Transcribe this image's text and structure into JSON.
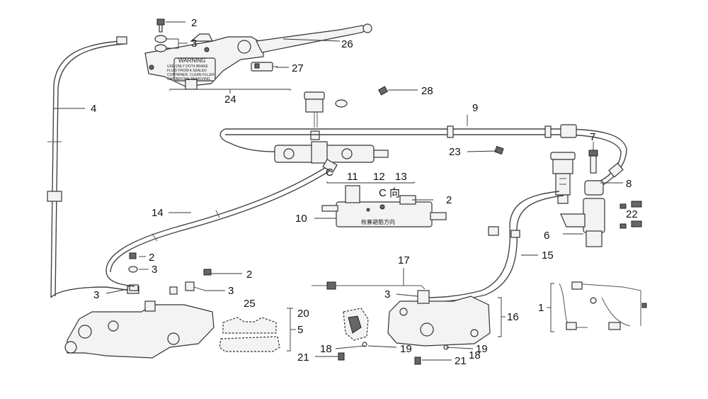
{
  "callouts": {
    "n2a": "2",
    "n3a": "3",
    "n26": "26",
    "n27": "27",
    "n24": "24",
    "n4": "4",
    "n28": "28",
    "n9": "9",
    "n23": "23",
    "n7": "7",
    "n11": "11",
    "n12": "12",
    "n13": "13",
    "n2b": "2",
    "n10": "10",
    "n14": "14",
    "n8": "8",
    "n22": "22",
    "n6": "6",
    "n2c": "2",
    "n3b": "3",
    "n2d": "2",
    "n3c": "3",
    "n3d": "3",
    "n25": "25",
    "n5": "5",
    "n17": "17",
    "n3e": "3",
    "n15": "15",
    "n16": "16",
    "n1": "1",
    "n20": "20",
    "n18a": "18",
    "n19a": "19",
    "n21a": "21",
    "n19b": "19",
    "n18b": "18",
    "n21b": "21"
  },
  "texts": {
    "view_letter": "C",
    "view_direction": "C 向",
    "valve_mark": "枚寨避筋方向",
    "warning_title": "WARNING",
    "warning_line1": "USE ONLY DOT4 BRAKE",
    "warning_line2": "FLUID FROM A SEALED",
    "warning_line3": "CONTAINER. CLEAN FILLER",
    "warning_line4": "CAP BEFORE REMOVING"
  }
}
